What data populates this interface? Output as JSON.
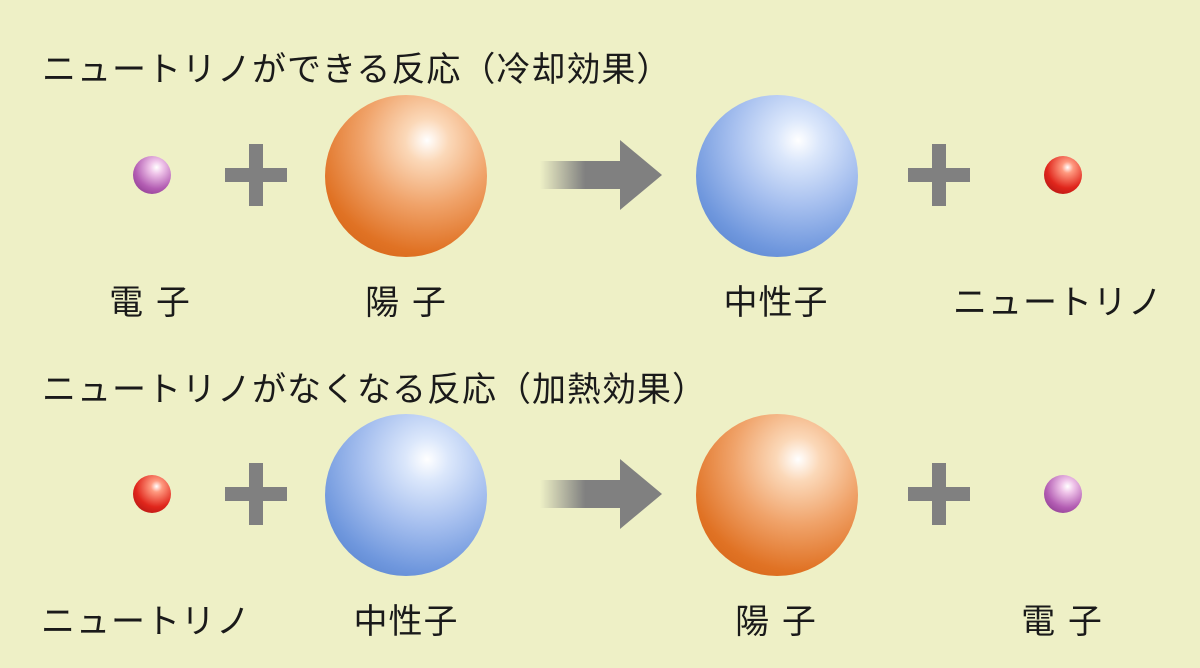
{
  "colors": {
    "background": "#eef0c6",
    "electron": "#b35db3",
    "neutrino": "#e0261c",
    "proton": "#e07224",
    "neutron": "#6f97dd",
    "operator": "#808080"
  },
  "reaction_cooling": {
    "title": "ニュートリノができる反応（冷却効果）",
    "electron_label": "電 子",
    "proton_label": "陽 子",
    "neutron_label": "中性子",
    "neutrino_label": "ニュートリノ"
  },
  "reaction_heating": {
    "title": "ニュートリノがなくなる反応（加熱効果）",
    "neutrino_label": "ニュートリノ",
    "neutron_label": "中性子",
    "proton_label": "陽 子",
    "electron_label": "電 子"
  }
}
